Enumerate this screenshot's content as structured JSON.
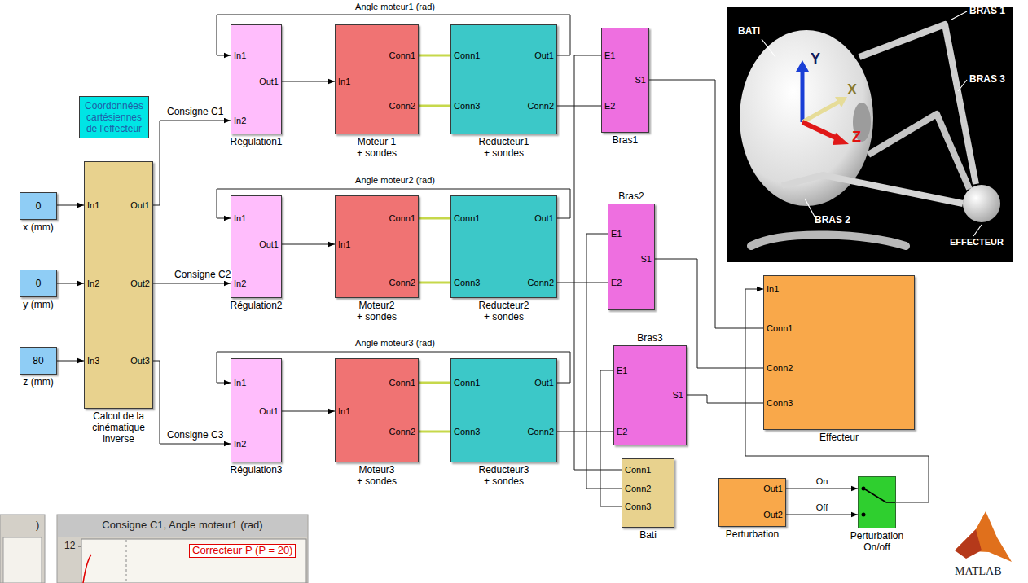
{
  "diagram": {
    "nodes": [
      {
        "text": [
          "Coordonnées cartésiennes de l'effecteur"
        ]
      },
      {
        "text": [
          "0",
          "x (mm)"
        ]
      },
      {
        "text": [
          "0",
          "y (mm)"
        ]
      },
      {
        "text": [
          "80",
          "z (mm)"
        ]
      },
      {
        "text": [
          "In1",
          "Out1",
          "In2",
          "Out2",
          "In3",
          "Out3",
          "Calcul de la cinématique inverse"
        ]
      },
      {
        "text": [
          "In1",
          "Out1",
          "In2",
          "Régulation1"
        ]
      },
      {
        "text": [
          "Conn1",
          "In1",
          "Conn2",
          "Moteur 1 + sondes"
        ]
      },
      {
        "text": [
          "Conn1",
          "Out1",
          "Conn3",
          "Conn2",
          "Reducteur1 + sondes"
        ]
      },
      {
        "text": [
          "E1",
          "S1",
          "E2",
          "Bras1"
        ]
      },
      {
        "text": [
          "In1",
          "Out1",
          "In2",
          "Régulation2"
        ]
      },
      {
        "text": [
          "Conn1",
          "In1",
          "Conn2",
          "Moteur2 + sondes"
        ]
      },
      {
        "text": [
          "Conn1",
          "Out1",
          "Conn3",
          "Conn2",
          "Reducteur2 + sondes"
        ]
      },
      {
        "text": [
          "Bras2",
          "E1",
          "S1",
          "E2"
        ]
      },
      {
        "text": [
          "In1",
          "Out1",
          "In2",
          "Régulation3"
        ]
      },
      {
        "text": [
          "Conn1",
          "In1",
          "Conn2",
          "Moteur3 + sondes"
        ]
      },
      {
        "text": [
          "Conn1",
          "Out1",
          "Conn3",
          "Conn2",
          "Reducteur3 + sondes"
        ]
      },
      {
        "text": [
          "Bras3",
          "E1",
          "S1",
          "E2"
        ]
      },
      {
        "text": [
          "In1",
          "Conn1",
          "Conn2",
          "Conn3",
          "Effecteur"
        ]
      },
      {
        "text": [
          "Conn1",
          "Conn2",
          "Conn3",
          "Bati"
        ]
      },
      {
        "text": [
          "Out1",
          "Out2",
          "Perturbation"
        ]
      },
      {
        "text": [
          "Perturbation On/off"
        ]
      }
    ],
    "edges": [
      {
        "from": 1,
        "to": 4,
        "arrow": "to"
      },
      {
        "from": 2,
        "to": 4,
        "arrow": "to"
      },
      {
        "from": 3,
        "to": 4,
        "arrow": "to"
      },
      {
        "from": 4,
        "to": 5,
        "label": "Consigne C1",
        "arrow": "to"
      },
      {
        "from": 4,
        "to": 9,
        "label": "Consigne C2",
        "arrow": "to"
      },
      {
        "from": 4,
        "to": 13,
        "label": "Consigne C3",
        "arrow": "to"
      },
      {
        "from": 5,
        "to": 6,
        "arrow": "to"
      },
      {
        "from": 6,
        "to": 7,
        "arrow": "none"
      },
      {
        "from": 6,
        "to": 7,
        "arrow": "none"
      },
      {
        "from": 7,
        "to": 5,
        "label": "Angle moteur1 (rad)",
        "arrow": "to"
      },
      {
        "from": 7,
        "to": 8,
        "arrow": "none"
      },
      {
        "from": 8,
        "to": 17,
        "arrow": "none"
      },
      {
        "from": 18,
        "to": 8,
        "arrow": "none"
      },
      {
        "from": 9,
        "to": 10,
        "arrow": "to"
      },
      {
        "from": 10,
        "to": 11,
        "arrow": "none"
      },
      {
        "from": 10,
        "to": 11,
        "arrow": "none"
      },
      {
        "from": 11,
        "to": 9,
        "label": "Angle moteur2 (rad)",
        "arrow": "to"
      },
      {
        "from": 11,
        "to": 12,
        "arrow": "none"
      },
      {
        "from": 12,
        "to": 17,
        "arrow": "none"
      },
      {
        "from": 18,
        "to": 12,
        "arrow": "none"
      },
      {
        "from": 13,
        "to": 14,
        "arrow": "to"
      },
      {
        "from": 14,
        "to": 15,
        "arrow": "none"
      },
      {
        "from": 14,
        "to": 15,
        "arrow": "none"
      },
      {
        "from": 15,
        "to": 13,
        "label": "Angle moteur3 (rad)",
        "arrow": "to"
      },
      {
        "from": 15,
        "to": 16,
        "arrow": "none"
      },
      {
        "from": 16,
        "to": 17,
        "arrow": "none"
      },
      {
        "from": 18,
        "to": 16,
        "arrow": "none"
      },
      {
        "from": 19,
        "to": 20,
        "label": "On",
        "arrow": "to"
      },
      {
        "from": 19,
        "to": 20,
        "label": "Off",
        "arrow": "to"
      },
      {
        "from": 20,
        "to": 17,
        "arrow": "to"
      }
    ],
    "labels": [
      "BATI",
      "BRAS 1",
      "BRAS 3",
      "BRAS 2",
      "EFFECTEUR",
      "X",
      "Y",
      "Z",
      ")",
      "Consigne C1, Angle moteur1 (rad)",
      "12",
      "Correcteur P (P = 20)",
      "MATLAB"
    ]
  }
}
